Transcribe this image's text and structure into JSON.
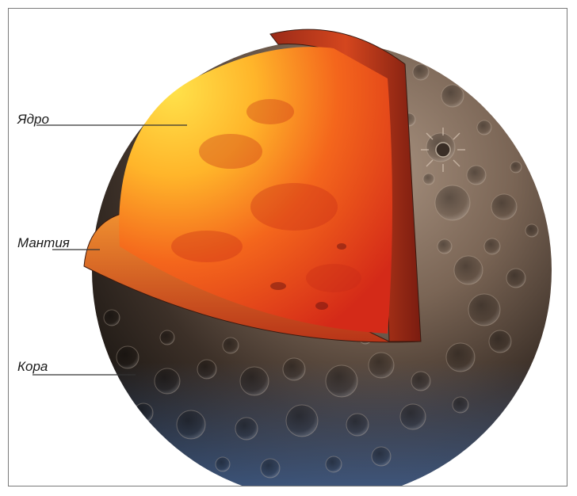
{
  "labels": {
    "core": "Ядро",
    "mantle": "Мантия",
    "crust": "Кора"
  },
  "colors": {
    "core_light": "#ffd23a",
    "core_mid": "#f46a1e",
    "core_dark": "#c8201a",
    "mantle": "#c63a1c",
    "crust_light": "#9a8370",
    "crust_dark": "#1b1612",
    "crust_bottom_tint": "#4a6fa8",
    "leader_line": "#333333"
  }
}
